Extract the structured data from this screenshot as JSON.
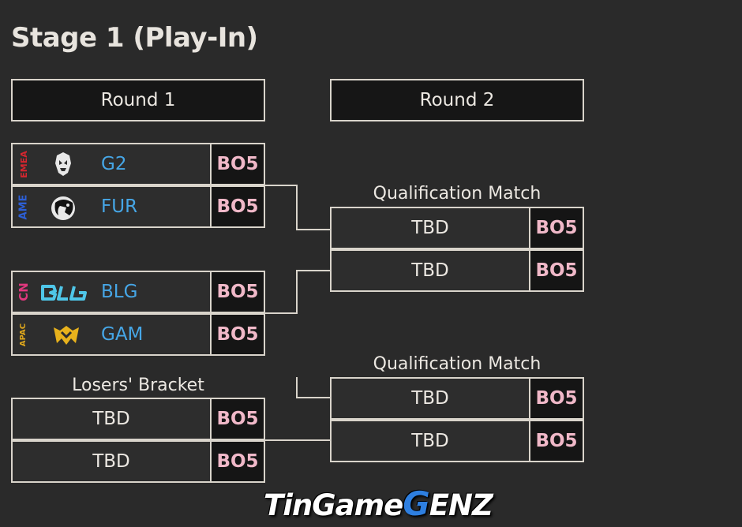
{
  "title": "Stage 1 (Play-In)",
  "rounds": [
    "Round 1",
    "Round 2"
  ],
  "format_label": "BO5",
  "round1_matches": [
    {
      "teams": [
        {
          "region": "EMEA",
          "region_color": "#d6262f",
          "logo": "g2-samurai-icon",
          "name": "G2"
        },
        {
          "region": "AME",
          "region_color": "#2d5fd6",
          "logo": "panther-icon",
          "name": "FUR"
        }
      ]
    },
    {
      "teams": [
        {
          "region": "CN",
          "region_color": "#e0387e",
          "logo": "blg-logo-icon",
          "name": "BLG"
        },
        {
          "region": "APAC",
          "region_color": "#e0a81c",
          "logo": "gam-logo-icon",
          "name": "GAM"
        }
      ]
    }
  ],
  "losers_bracket": {
    "label": "Losers' Bracket",
    "slots": [
      "TBD",
      "TBD"
    ]
  },
  "round2_matches": [
    {
      "label": "Qualification Match",
      "slots": [
        "TBD",
        "TBD"
      ]
    },
    {
      "label": "Qualification Match",
      "slots": [
        "TBD",
        "TBD"
      ]
    }
  ],
  "watermark": {
    "prefix": "TinGame",
    "highlight": "G",
    "suffix": "ENZ"
  },
  "colors": {
    "background": "#2a2a2a",
    "border": "#d9d4cb",
    "team_name": "#46a6e6",
    "bo_text": "#f0b8c8"
  }
}
